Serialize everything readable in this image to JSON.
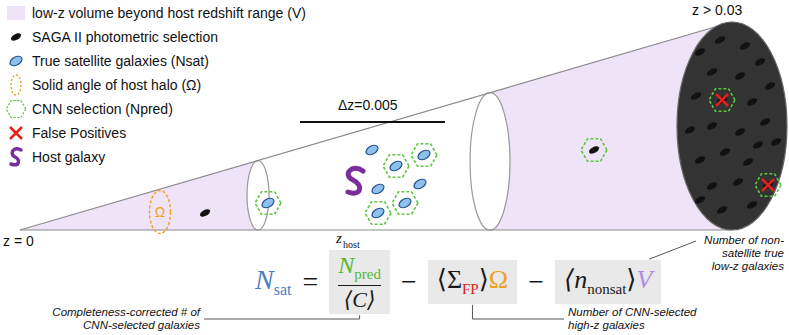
{
  "diagram": {
    "nodes": [
      {
        "text": [
          "Ω"
        ]
      },
      {
        "text": [
          "N",
          "pred",
          "⟨C⟩"
        ]
      },
      {
        "text": [
          "⟨Σ",
          "FP",
          "⟩",
          "Ω"
        ]
      },
      {
        "text": [
          "⟨n",
          "nonsat",
          "⟩",
          "V"
        ]
      }
    ],
    "labels": [
      "z > 0.03",
      "Δz=0.005",
      "z = 0",
      "z",
      "host",
      "N",
      "sat",
      "=",
      "−",
      "−",
      "Completeness-corrected # of CNN-selected galaxies",
      "Number of CNN-selected high-z galaxies",
      "Number of non-satellite true low-z galaxies"
    ],
    "legend": [
      {
        "text": "low-z volume beyond host redshift range (V)",
        "color": "#efe3f8"
      },
      {
        "text": "SAGA II photometric selection"
      },
      {
        "text": "True satellite galaxies (Nsat)"
      },
      {
        "text": "Solid angle of host halo (Ω)"
      },
      {
        "text": "CNN selection (Npred)"
      },
      {
        "text": "False Positives"
      },
      {
        "text": "Host galaxy"
      }
    ]
  }
}
